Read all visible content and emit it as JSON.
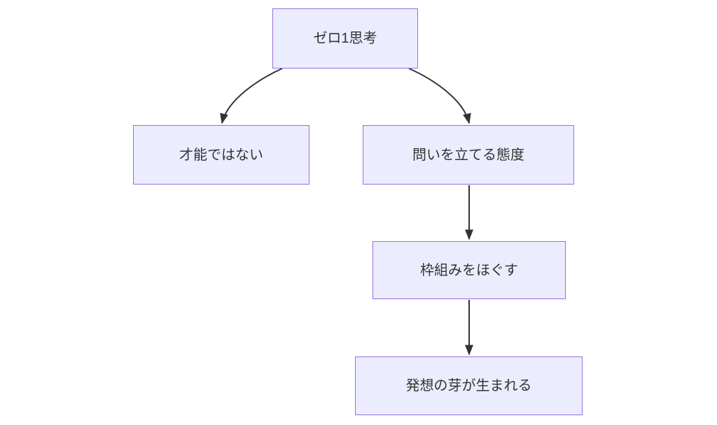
{
  "diagram": {
    "type": "flowchart",
    "direction": "top-down",
    "nodes": [
      {
        "id": "A",
        "label": "ゼロ1思考"
      },
      {
        "id": "B",
        "label": "才能ではない"
      },
      {
        "id": "C",
        "label": "問いを立てる態度"
      },
      {
        "id": "D",
        "label": "枠組みをほぐす"
      },
      {
        "id": "E",
        "label": "発想の芽が生まれる"
      }
    ],
    "edges": [
      {
        "from": "ゼロ1思考",
        "to": "才能ではない"
      },
      {
        "from": "ゼロ1思考",
        "to": "問いを立てる態度"
      },
      {
        "from": "問いを立てる態度",
        "to": "枠組みをほぐす"
      },
      {
        "from": "枠組みをほぐす",
        "to": "発想の芽が生まれる"
      }
    ],
    "colors": {
      "background": "#FFFFFF",
      "node_fill": "#ECECFF",
      "node_border": "#9370DB",
      "text": "#333333",
      "arrow": "#333333"
    }
  }
}
